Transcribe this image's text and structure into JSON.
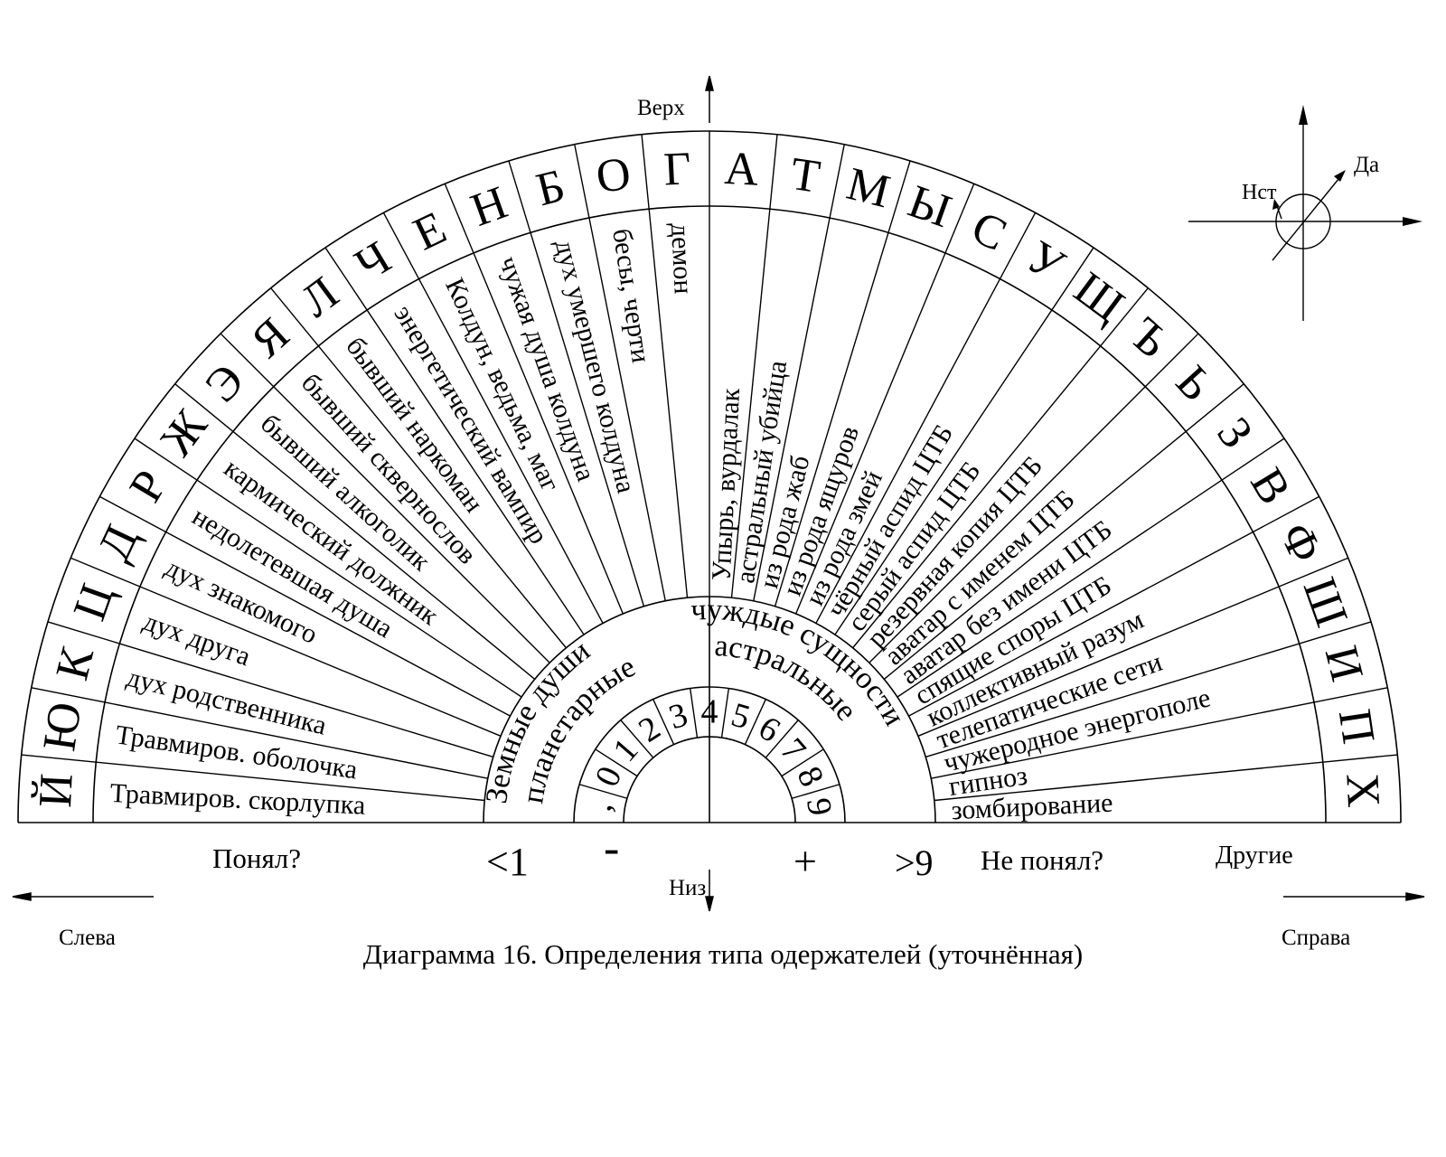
{
  "caption": "Диаграмма 16. Определения типа одержателей (уточнённая)",
  "letters": [
    "Й",
    "Ю",
    "К",
    "Ц",
    "Д",
    "Р",
    "Ж",
    "Э",
    "Я",
    "Л",
    "Ч",
    "Е",
    "Н",
    "Б",
    "О",
    "Г",
    "А",
    "Т",
    "М",
    "Ы",
    "С",
    "У",
    "Щ",
    "Ъ",
    "Ь",
    "З",
    "В",
    "Ф",
    "Ш",
    "И",
    "П",
    "Х"
  ],
  "left_sectors": [
    "Травмиров. скорлупка",
    "Травмиров. оболочка",
    "дух родственника",
    "дух друга",
    "дух знакомого",
    "недолетевшая душа",
    "кармический должник",
    "бывший алкоголик",
    "бывший сквернослов",
    "бывший наркоман",
    "энергетический вампир",
    "Колдун, ведьма, маг",
    "чужая душа колдуна",
    "дух умершего колдуна",
    "бесы, черти",
    "демон"
  ],
  "right_sectors": [
    "Упырь, вурдалак",
    "астральный убийца",
    "из рода жаб",
    "из рода ящуров",
    "из рода змей",
    "чёрный аспид ЦТБ",
    "серый аспид ЦТБ",
    "резервная копия ЦТБ",
    "аватар с именем  ЦТБ",
    "аватар без имени ЦТБ",
    "спящие споры ЦТБ",
    "коллективный разум",
    "телепатические сети",
    "чужеродное энергополе",
    "гипноз",
    "зомбирование"
  ],
  "inner": {
    "left_line1": "Земные души",
    "left_line2": "планетарные",
    "right_line1": "чуждые сущности",
    "right_line2": "астральные"
  },
  "digits": [
    ",",
    "0",
    "1",
    "2",
    "3",
    "4",
    "5",
    "6",
    "7",
    "8",
    "9"
  ],
  "labels": {
    "top": "Верх",
    "bottom": "Низ",
    "left": "Слева",
    "right": "Справа",
    "understood": "Понял?",
    "not_understood": "Не понял?",
    "less_than_one": "<1",
    "minus": "-",
    "plus": "+",
    "more_than_nine": ">9",
    "others": "Другие"
  },
  "compass": {
    "yes": "Да",
    "nst": "Нст"
  }
}
